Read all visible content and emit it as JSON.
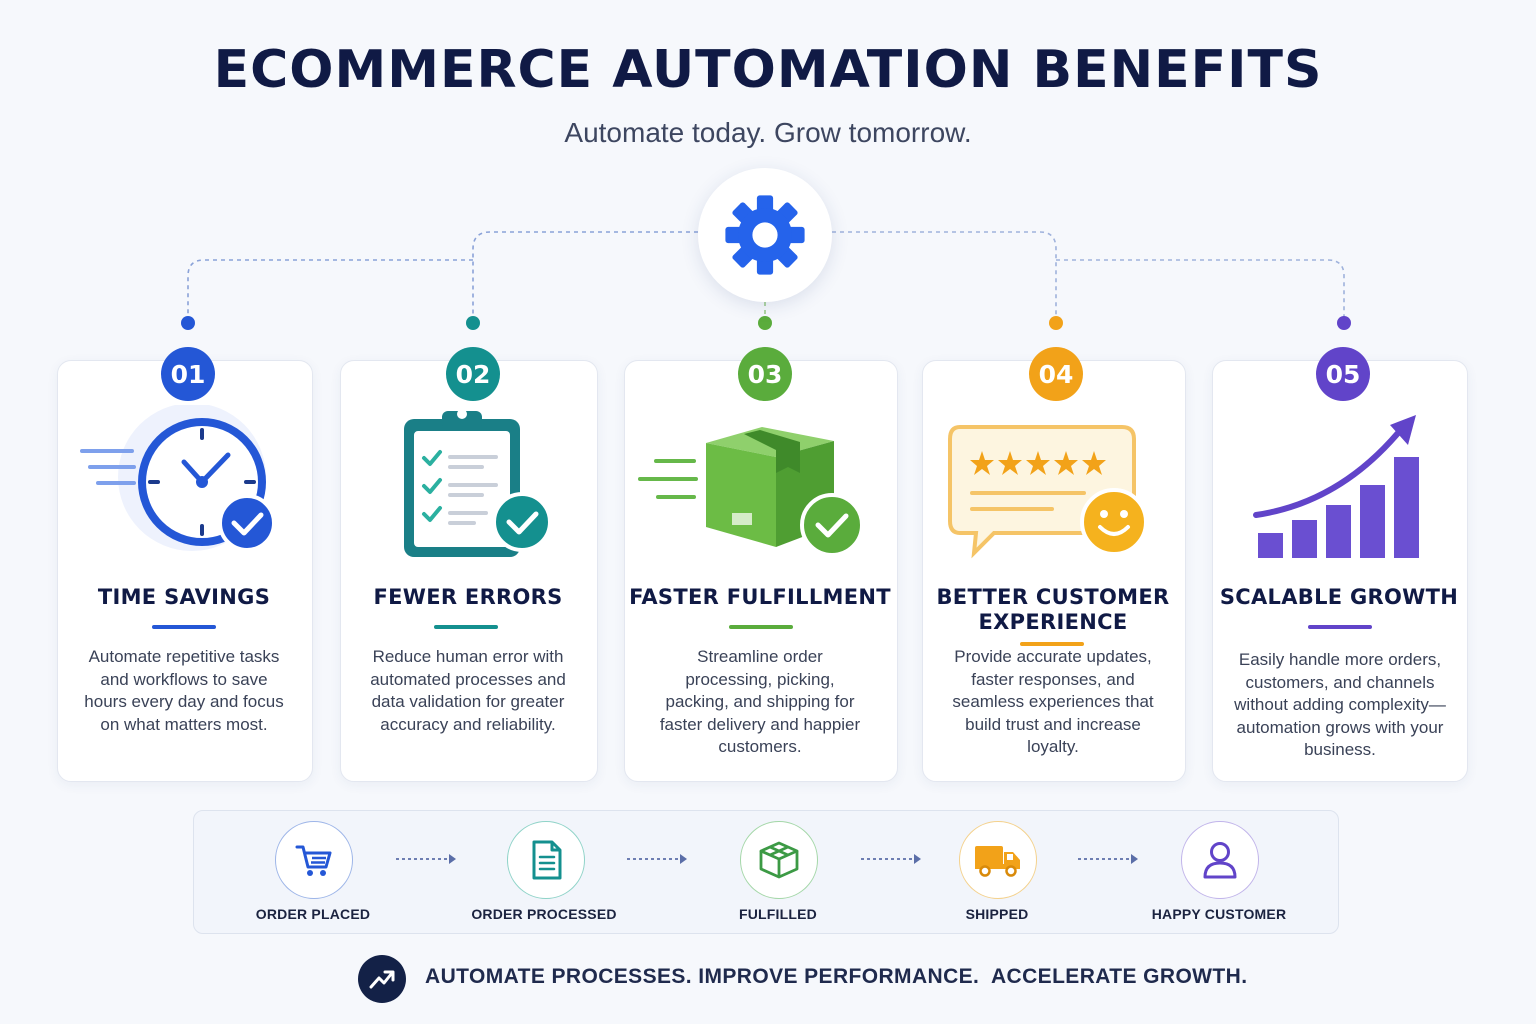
{
  "header": {
    "title": "ECOMMERCE AUTOMATION BENEFITS",
    "subtitle": "Automate today. Grow tomorrow."
  },
  "hub": {
    "icon": "gear-icon",
    "color": "#2563eb"
  },
  "benefits": [
    {
      "number": "01",
      "title": "TIME SAVINGS",
      "description": "Automate repetitive tasks and workflows to save hours every day and focus on what matters most.",
      "color": "#2457d6",
      "icon": "clock-check-icon"
    },
    {
      "number": "02",
      "title": "FEWER ERRORS",
      "description": "Reduce human error with automated processes and data validation for greater accuracy and reliability.",
      "color": "#14908f",
      "icon": "clipboard-check-icon"
    },
    {
      "number": "03",
      "title": "FASTER FULFILLMENT",
      "description": "Streamline order processing, picking, packing, and shipping for faster delivery and happier customers.",
      "color": "#5aac3c",
      "icon": "package-check-icon"
    },
    {
      "number": "04",
      "title": "BETTER CUSTOMER EXPERIENCE",
      "description": "Provide accurate updates, faster responses, and seamless experiences that build trust and increase loyalty.",
      "color": "#f2a219",
      "icon": "review-smiley-icon"
    },
    {
      "number": "05",
      "title": "SCALABLE GROWTH",
      "description": "Easily handle more orders, customers, and channels without adding complexity—automation grows with your business.",
      "color": "#6144c9",
      "icon": "growth-chart-icon"
    }
  ],
  "flow": [
    {
      "label": "ORDER PLACED",
      "icon": "cart-icon",
      "color": "#2457d6"
    },
    {
      "label": "ORDER PROCESSED",
      "icon": "document-icon",
      "color": "#14908f"
    },
    {
      "label": "FULFILLED",
      "icon": "box-icon",
      "color": "#3c9a45"
    },
    {
      "label": "SHIPPED",
      "icon": "truck-icon",
      "color": "#f2a219"
    },
    {
      "label": "HAPPY CUSTOMER",
      "icon": "user-icon",
      "color": "#6144c9"
    }
  ],
  "footer": {
    "text": "AUTOMATE PROCESSES. IMPROVE PERFORMANCE.  ACCELERATE GROWTH.",
    "icon": "trend-up-icon"
  }
}
